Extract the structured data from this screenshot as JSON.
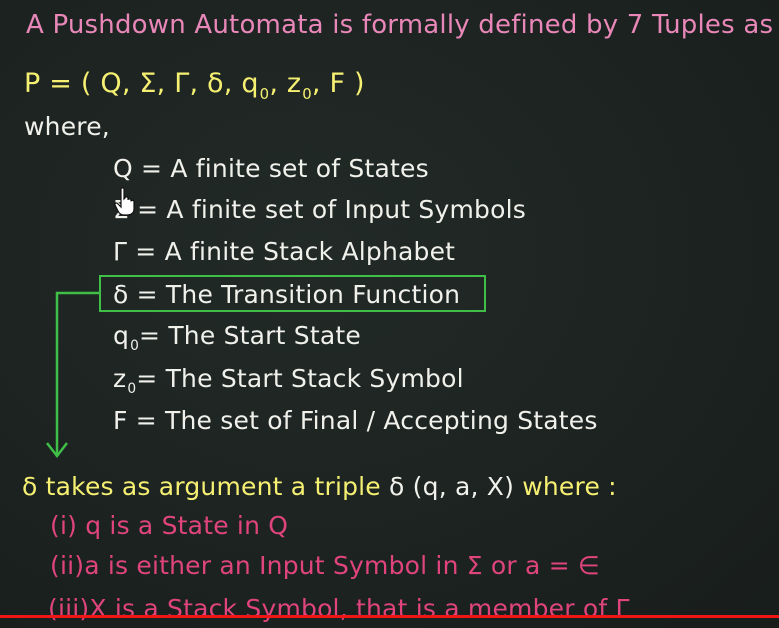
{
  "lesson": {
    "heading": "A Pushdown Automata is formally defined by 7 Tuples as",
    "tuple_open": "P = ( Q, Σ, Γ, δ, q",
    "tuple_q_sub": "0",
    "tuple_mid": ", z",
    "tuple_z_sub": "0",
    "tuple_close": ", F )",
    "where": "where,",
    "defs": [
      {
        "text": "Q = A finite set of States"
      },
      {
        "text": "Σ = A finite set of Input Symbols"
      },
      {
        "text": "Γ = A finite Stack Alphabet"
      },
      {
        "text": "δ = The Transition Function"
      },
      {
        "sym": "q",
        "sub": "0",
        "text": "= The Start State"
      },
      {
        "sym": "z",
        "sub": "0",
        "text": "= The Start Stack Symbol"
      },
      {
        "text": "F = The set of Final / Accepting States"
      }
    ],
    "delta_line_a": "δ  takes as argument a triple ",
    "delta_line_b": "δ (q, a, X)",
    "delta_line_c": " where :",
    "items": [
      {
        "label": "(i) ",
        "text": "q is a State in Q"
      },
      {
        "label": "(ii)",
        "text": "a is either an Input Symbol in Σ  or a = ∈"
      },
      {
        "label": "(iii)",
        "text": "X is a Stack Symbol, that is a member of  Γ"
      }
    ]
  },
  "colors": {
    "heading": "#e887b8",
    "tuple": "#f5ef72",
    "definitions": "#f1f1ec",
    "list_items": "#e0447c",
    "highlight_box": "#3fbf47",
    "progress": "#f01616"
  },
  "video": {
    "progress_percent": 100
  },
  "icons": {
    "cursor": "hand-pointer-icon",
    "arrow": "down-arrow-icon"
  }
}
